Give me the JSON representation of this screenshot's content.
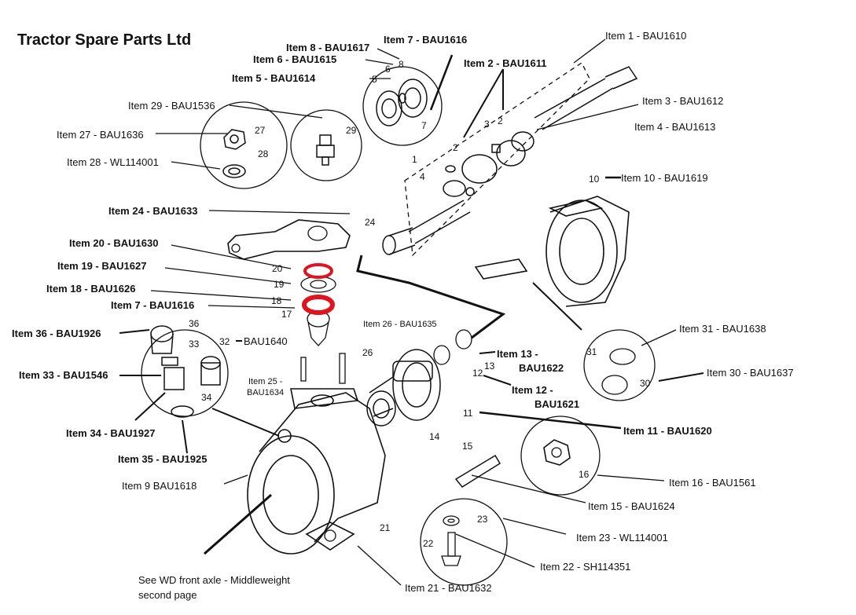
{
  "title": "Tractor Spare Parts Ltd",
  "labels": {
    "item1": "Item 1 - BAU1610",
    "item2": "Item 2 - BAU1611",
    "item3": "Item 3 - BAU1612",
    "item4": "Item 4 - BAU1613",
    "item5": "Item 5 - BAU1614",
    "item6": "Item 6 - BAU1615",
    "item7a": "Item 7 - BAU1616",
    "item7b": "Item 7 - BAU1616",
    "item8": "Item 8 - BAU1617",
    "item9": "Item 9 BAU1618",
    "item10": "Item 10 - BAU1619",
    "item11": "Item 11 - BAU1620",
    "item12a": "Item 12 -",
    "item12b": "BAU1621",
    "item13a": "Item 13 -",
    "item13b": "BAU1622",
    "item15": "Item 15 - BAU1624",
    "item16": "Item 16 - BAU1561",
    "item18": "Item 18 - BAU1626",
    "item19": "Item 19 - BAU1627",
    "item20": "Item 20 - BAU1630",
    "item21": "Item 21 - BAU1632",
    "item22": "Item 22 - SH114351",
    "item23": "Item 23 - WL114001",
    "item24": "Item 24 - BAU1633",
    "item25a": "Item 25 -",
    "item25b": "BAU1634",
    "item26": "Item 26 - BAU1635",
    "item27": "Item 27 - BAU1636",
    "item28": "Item 28 - WL114001",
    "item29": "Item 29 - BAU1536",
    "item30": "Item 30 - BAU1637",
    "item31": "Item 31 - BAU1638",
    "item32": "BAU1640",
    "item33": "Item 33 - BAU1546",
    "item34": "Item 34 - BAU1927",
    "item35": "Item 35 - BAU1925",
    "item36": "Item 36 - BAU1926",
    "note1": "See WD front axle - Middleweight",
    "note2": "second page"
  },
  "callouts": [
    "1",
    "2",
    "2",
    "3",
    "4",
    "5",
    "6",
    "7",
    "8",
    "10",
    "11",
    "12",
    "13",
    "14",
    "15",
    "16",
    "17",
    "18",
    "19",
    "20",
    "21",
    "22",
    "23",
    "24",
    "26",
    "27",
    "28",
    "29",
    "30",
    "31",
    "32",
    "33",
    "34",
    "36"
  ],
  "colors": {
    "highlight": "#e0141e",
    "ink": "#111111"
  }
}
